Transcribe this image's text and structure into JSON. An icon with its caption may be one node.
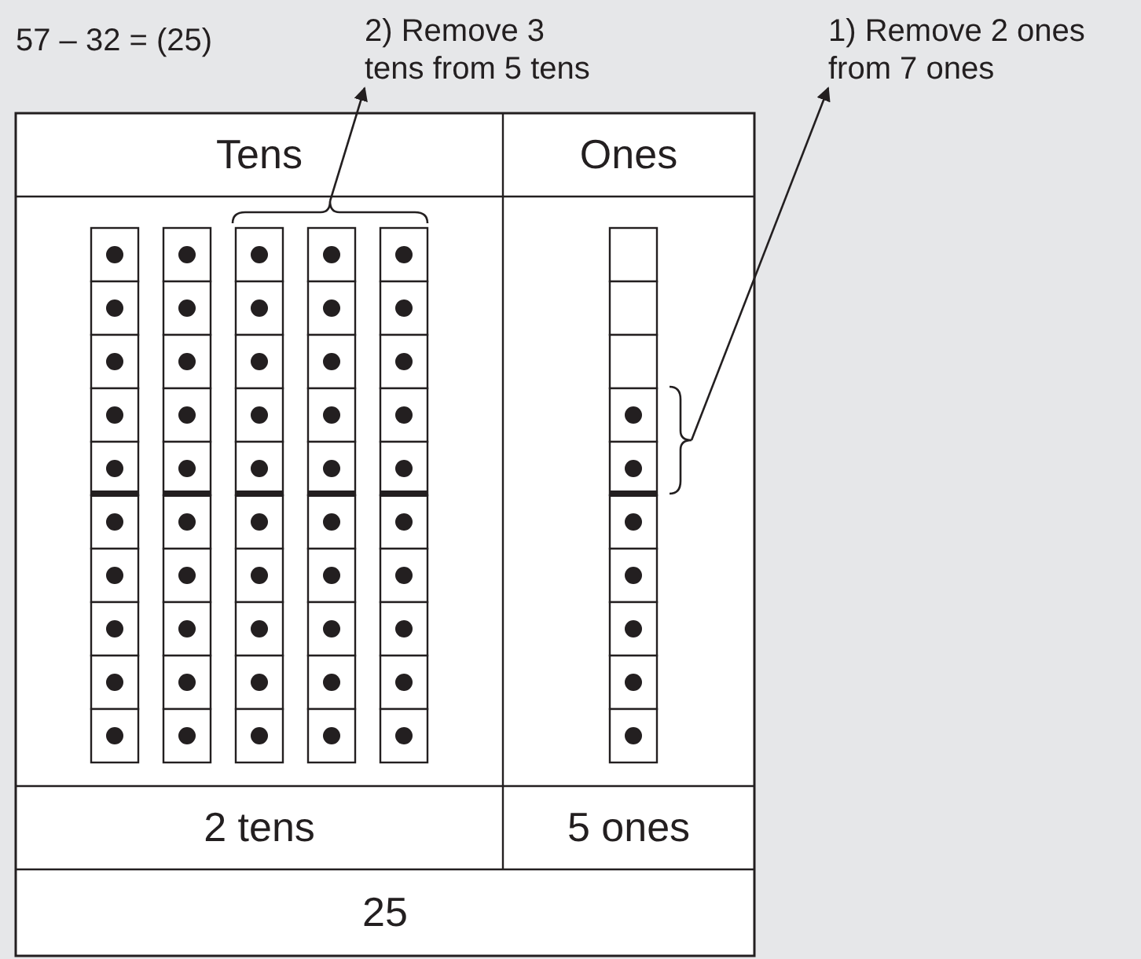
{
  "diagram": {
    "title": "57 – 32 = (25)",
    "nodes": [
      {
        "text": [
          "2) Remove 3 tens from 5 tens"
        ]
      },
      {
        "text": [
          "1) Remove 2 ones from 7 ones"
        ]
      },
      {
        "text": [],
        "shape": "brace"
      },
      {
        "text": [],
        "shape": "brace"
      }
    ],
    "edges": [
      {
        "from": 2,
        "to": 0,
        "arrow": "to"
      },
      {
        "from": 3,
        "to": 1,
        "arrow": "to"
      }
    ],
    "labels": [
      "Tens",
      "Ones",
      "2 tens",
      "5 ones",
      "25"
    ]
  }
}
